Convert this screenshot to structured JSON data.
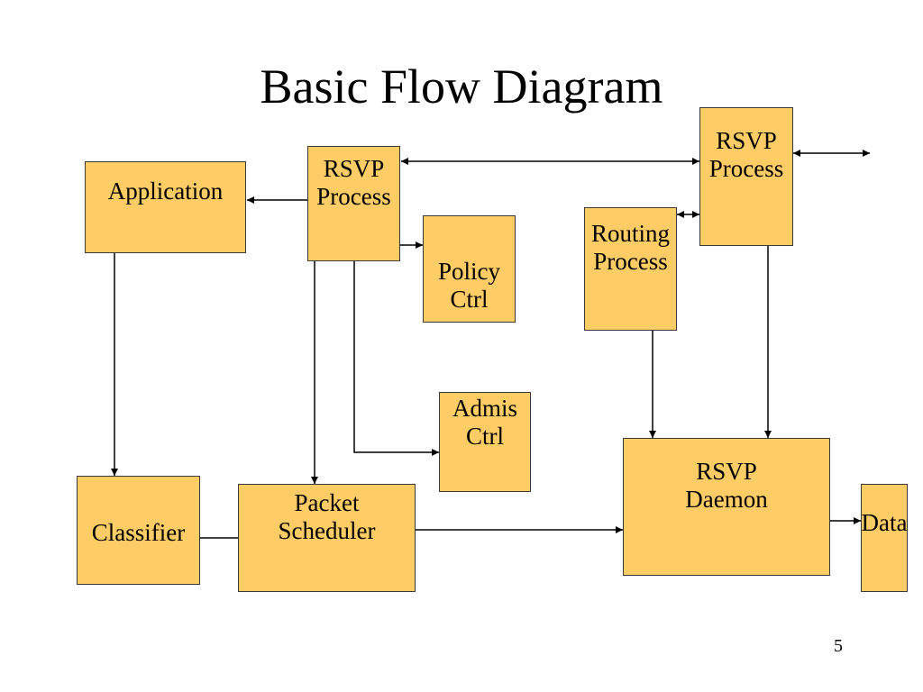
{
  "slide": {
    "title": "Basic Flow Diagram",
    "page_number": "5"
  },
  "colors": {
    "box_fill": "#FFCC66",
    "box_border": "#3a3a3a",
    "line": "#000000"
  },
  "nodes": {
    "application": "Application",
    "rsvp_process_host": "RSVP\nProcess",
    "policy_ctrl": "Policy\nCtrl",
    "routing_process": "Routing\nProcess",
    "rsvp_process_router": "RSVP\nProcess",
    "admis_ctrl": "Admis\nCtrl",
    "classifier": "Classifier",
    "packet_scheduler": "Packet\nScheduler",
    "rsvp_daemon": "RSVP\nDaemon",
    "data": "Data"
  }
}
